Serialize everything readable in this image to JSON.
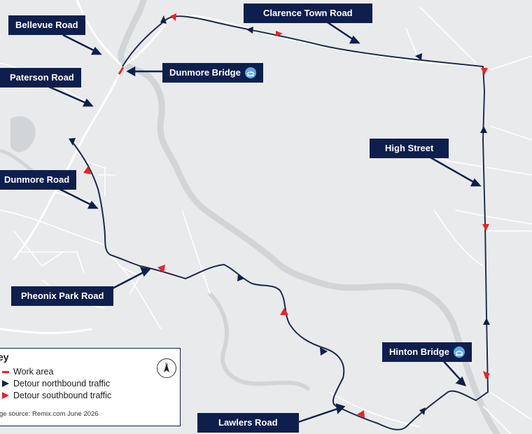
{
  "labels": {
    "bellevue_road": "Bellevue Road",
    "paterson_road": "Paterson Road",
    "dunmore_bridge": "Dunmore Bridge",
    "clarence_town_road": "Clarence Town Road",
    "high_street": "High Street",
    "dunmore_road": "Dunmore Road",
    "pheonix_park_road": "Pheonix Park Road",
    "hinton_bridge": "Hinton Bridge",
    "lawlers_road": "Lawlers Road"
  },
  "legend": {
    "title": "ey",
    "work_area": "Work area",
    "northbound": "Detour northbound traffic",
    "southbound": "Detour southbound traffic",
    "source": "ge source: Remix.com June 2026",
    "compass_letter": "N"
  },
  "colors": {
    "background": "#e9eaeb",
    "label_bg": "#0e1f4d",
    "route_line": "#1b2a4a",
    "northbound_arrow": "#0e1f4d",
    "southbound_arrow": "#e8242b",
    "work_area": "#e8242b",
    "roads": "#ffffff",
    "river": "#d2d5d8",
    "bridge_icon": "#5fa8e6"
  },
  "icons": {
    "bridge": "bridge-icon",
    "compass": "north-arrow-icon"
  }
}
